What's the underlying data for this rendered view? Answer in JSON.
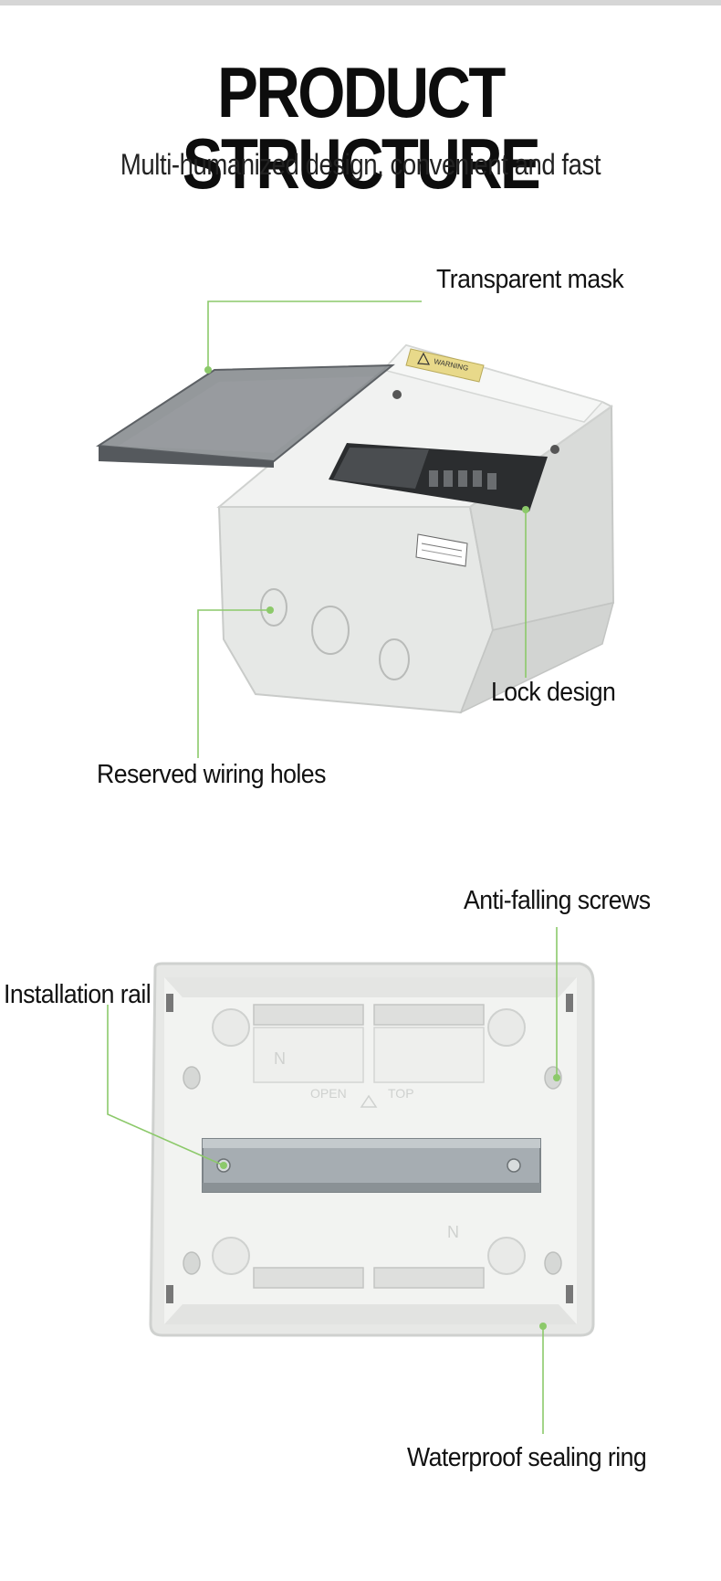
{
  "header": {
    "title": "PRODUCT STRUCTURE",
    "subtitle": "Multi-humanized design, convenient and fast"
  },
  "callouts": {
    "transparent_mask": "Transparent mask",
    "lock_design": "Lock design",
    "reserved_wiring_holes": "Reserved wiring holes",
    "anti_falling_screws": "Anti-falling screws",
    "installation_rail": "Installation rail",
    "waterproof_sealing_ring": "Waterproof sealing ring"
  },
  "product_markings": {
    "warning": "WARNING",
    "open": "OPEN",
    "top": "TOP",
    "n_left": "N",
    "n_right": "N"
  },
  "colors": {
    "leader_line": "#8cc96a",
    "enclosure": "#eceeec",
    "cover": "#6f7377",
    "rail": "#9fa6ab"
  }
}
